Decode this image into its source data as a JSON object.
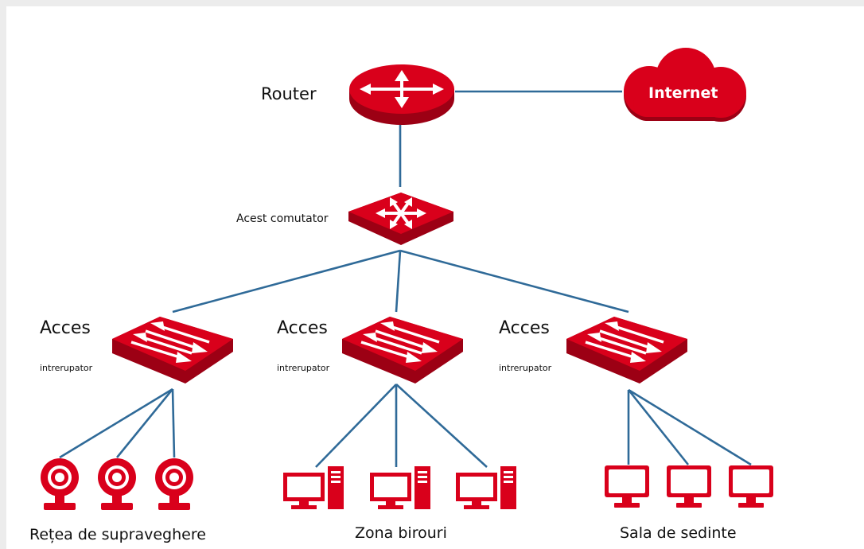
{
  "colors": {
    "device": "#d9001b",
    "device_dark": "#9c0014",
    "link": "#2f6a98",
    "canvas": "#ffffff"
  },
  "router": {
    "label": "Router",
    "icon": "router-icon"
  },
  "internet": {
    "label": "Internet",
    "icon": "cloud-icon"
  },
  "core_switch": {
    "label": "Acest comutator",
    "icon": "core-switch-icon"
  },
  "access_switches": [
    {
      "title": "Acces",
      "subtitle": "intrerupator"
    },
    {
      "title": "Acces",
      "subtitle": "intrerupator"
    },
    {
      "title": "Acces",
      "subtitle": "intrerupator"
    }
  ],
  "zones": [
    {
      "label": "Rețea de supraveghere",
      "device": "camera-icon",
      "count": 3
    },
    {
      "label": "Zona birouri",
      "device": "desktop-computer-icon",
      "count": 3
    },
    {
      "label": "Sala de sedinte",
      "device": "monitor-icon",
      "count": 3
    }
  ]
}
